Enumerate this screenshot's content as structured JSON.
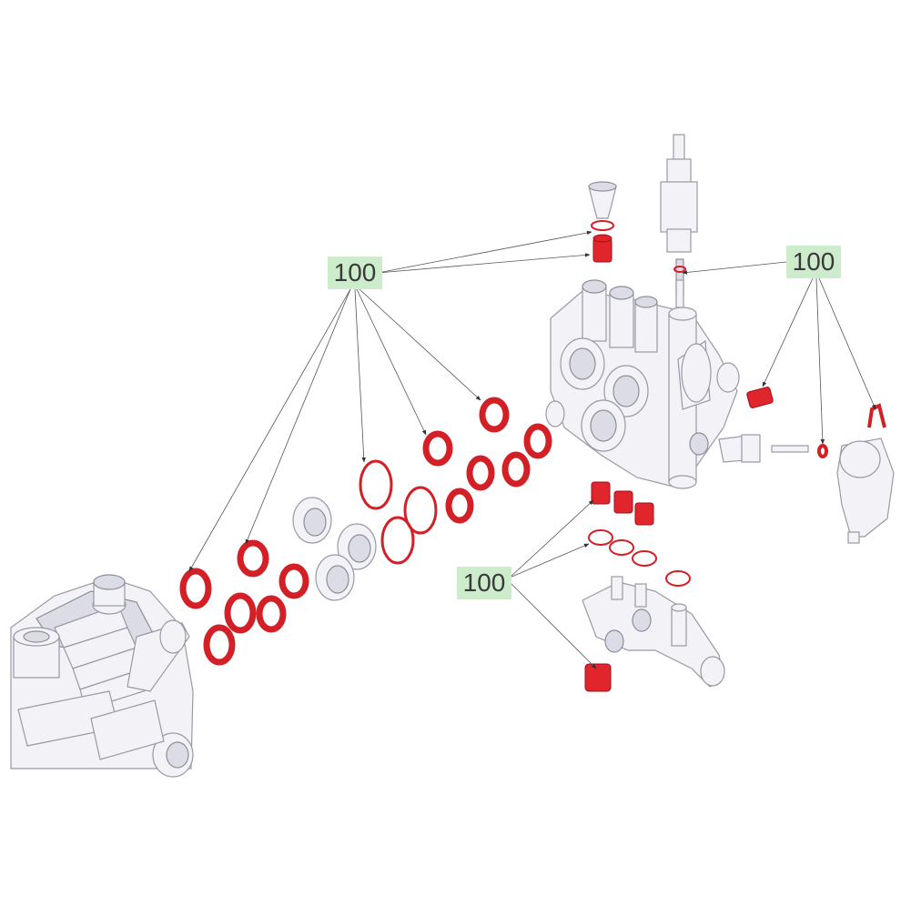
{
  "callouts": [
    {
      "id": "c1",
      "text": "100"
    },
    {
      "id": "c2",
      "text": "100"
    },
    {
      "id": "c3",
      "text": "100"
    }
  ],
  "colors": {
    "seal": "#d32027",
    "callout_bg": "#cdeccc",
    "metal": "#f2f2f7",
    "outline": "#9a9aa6"
  }
}
